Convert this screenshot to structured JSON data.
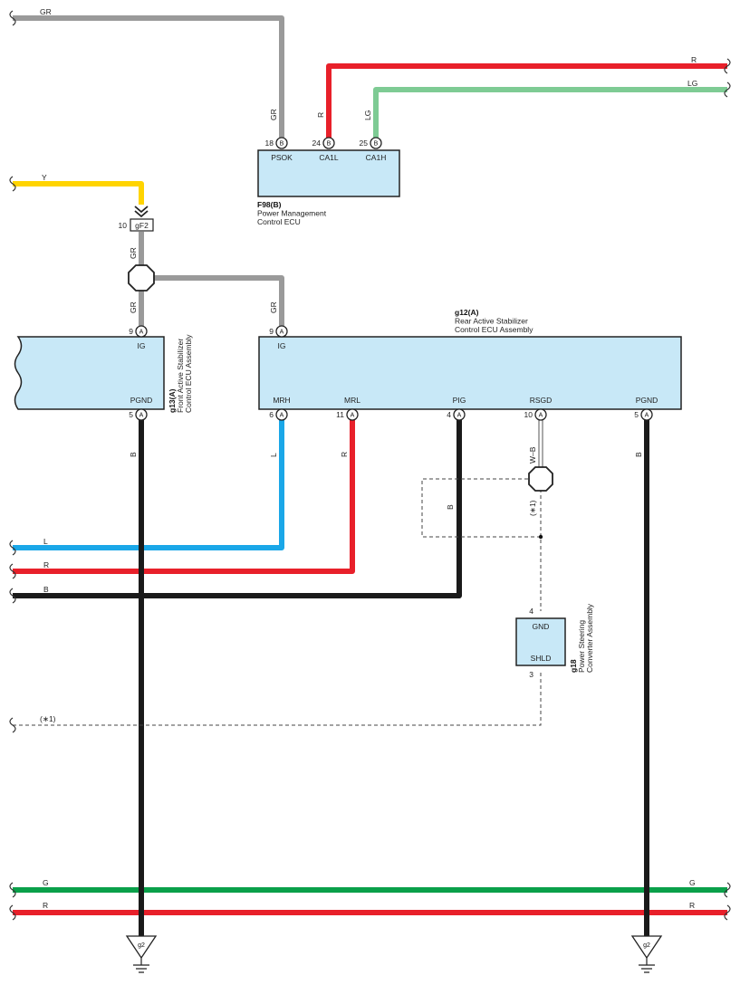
{
  "wires": {
    "gr_top": "GR",
    "r_top": "R",
    "lg_top": "LG",
    "y_left": "Y",
    "gr_drop_psok": "GR",
    "r_drop_ca1l": "R",
    "lg_drop_ca1h": "LG",
    "gr_below_junction": "GR",
    "gr_above_junction": "GR",
    "gr_rear_ig": "GR",
    "b_front_pgnd": "B",
    "l_mrh": "L",
    "r_mrl": "R",
    "b_pig": "B",
    "wb_rsgd": "W–B",
    "star1_loop": "(∗1)",
    "b_loop": "B",
    "b_rear_pgnd": "B",
    "l_left": "L",
    "r_left": "R",
    "b_left": "B",
    "star1_left": "(∗1)",
    "g_bottom_left": "G",
    "g_bottom_right": "G",
    "r_bottom_left": "R",
    "r_bottom_right": "R"
  },
  "ecu_f98": {
    "id": "F98(B)",
    "name_line1": "Power Management",
    "name_line2": "Control ECU",
    "pins": [
      {
        "num": "18",
        "conn": "B",
        "name": "PSOK"
      },
      {
        "num": "24",
        "conn": "B",
        "name": "CA1L"
      },
      {
        "num": "25",
        "conn": "B",
        "name": "CA1H"
      }
    ]
  },
  "connector_gf2": {
    "num": "10",
    "name": "gF2"
  },
  "ecu_front": {
    "id": "g13(A)",
    "name_line1": "Front Active Stabilizer",
    "name_line2": "Control ECU Assembly",
    "pin_ig": {
      "num": "9",
      "conn": "A",
      "name": "IG"
    },
    "pin_pgnd": {
      "num": "5",
      "conn": "A",
      "name": "PGND"
    }
  },
  "ecu_rear": {
    "id": "g12(A)",
    "name_line1": "Rear Active Stabilizer",
    "name_line2": "Control ECU Assembly",
    "pin_ig": {
      "num": "9",
      "conn": "A",
      "name": "IG"
    },
    "pins_bottom": [
      {
        "num": "6",
        "conn": "A",
        "name": "MRH"
      },
      {
        "num": "11",
        "conn": "A",
        "name": "MRL"
      },
      {
        "num": "4",
        "conn": "A",
        "name": "PIG"
      },
      {
        "num": "10",
        "conn": "A",
        "name": "RSGD"
      },
      {
        "num": "5",
        "conn": "A",
        "name": "PGND"
      }
    ]
  },
  "converter": {
    "id": "g18",
    "name_line1": "Power Steering",
    "name_line2": "Converter Assembly",
    "pin_gnd": {
      "num": "4",
      "name": "GND"
    },
    "pin_shld": {
      "num": "3",
      "name": "SHLD"
    }
  },
  "grounds": {
    "left": "g2",
    "right": "g2"
  },
  "colors": {
    "gray": "#9a9a9a",
    "red": "#e8202a",
    "light_green": "#7ecb94",
    "yellow": "#ffd400",
    "blue": "#1aa7e8",
    "black": "#1a1a1a",
    "green": "#0aa04a",
    "box_fill": "#c8e8f7"
  }
}
